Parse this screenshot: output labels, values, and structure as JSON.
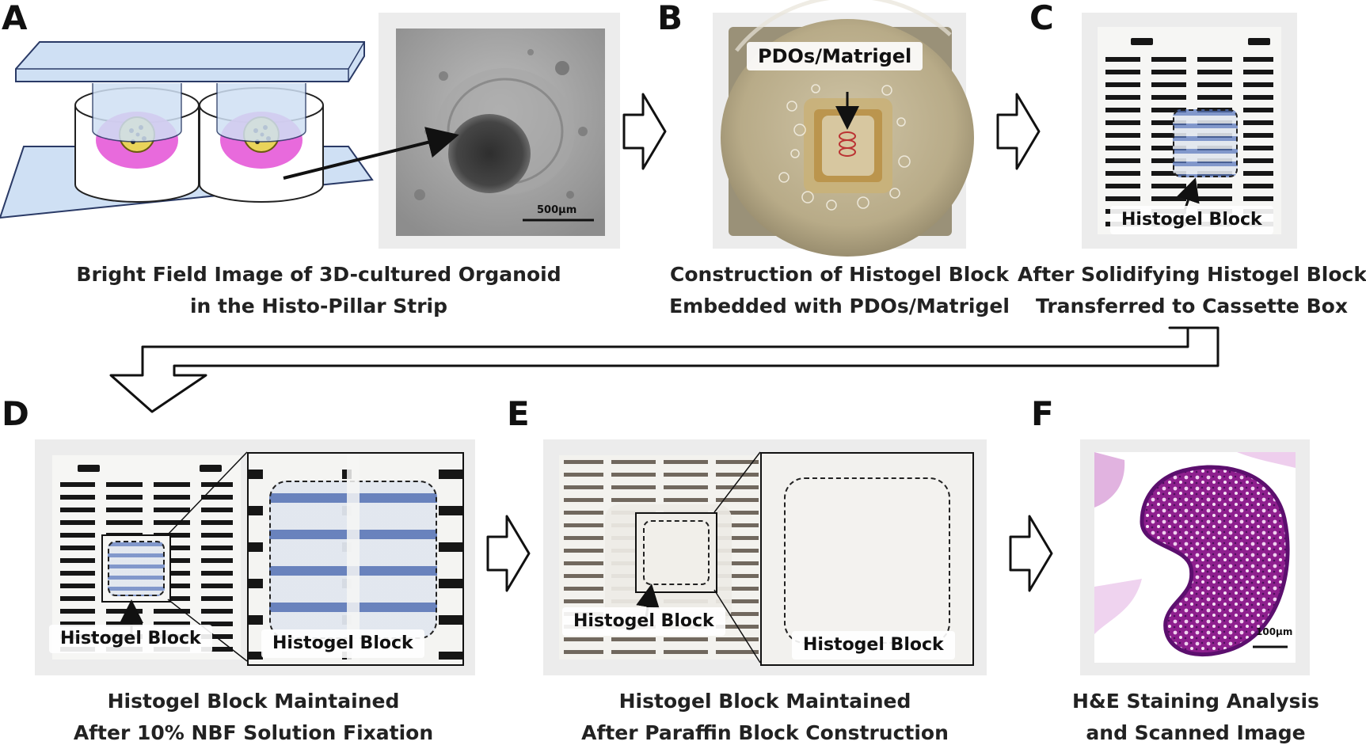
{
  "panels": {
    "a": {
      "letter": "A",
      "caption_line1": "Bright Field Image of 3D-cultured Organoid",
      "caption_line2": "in the Histo-Pillar Strip",
      "scale_bar": "500μm"
    },
    "b": {
      "letter": "B",
      "caption_line1": "Construction of Histogel Block",
      "caption_line2": "Embedded with PDOs/Matrigel",
      "label": "PDOs/Matrigel"
    },
    "c": {
      "letter": "C",
      "caption_line1": "After Solidifying Histogel Block,",
      "caption_line2": "Transferred to Cassette Box",
      "label": "Histogel Block"
    },
    "d": {
      "letter": "D",
      "caption_line1": "Histogel Block Maintained",
      "caption_line2": "After 10% NBF Solution Fixation",
      "label_left": "Histogel Block",
      "label_right": "Histogel Block"
    },
    "e": {
      "letter": "E",
      "caption_line1": "Histogel Block Maintained",
      "caption_line2": "After Paraffin Block Construction",
      "label_left": "Histogel Block",
      "label_right": "Histogel Block"
    },
    "f": {
      "letter": "F",
      "caption_line1": "H&E Staining Analysis",
      "caption_line2": "and Scanned Image",
      "scale_bar": "100μm"
    }
  },
  "colors": {
    "plate": "#cfe0f4",
    "plate_edge": "#2a3a66",
    "gel": "#e65ad8",
    "organoid": "#e9d35a",
    "he_stain": "#8e1f8e",
    "arrow_fill": "#ffffff"
  }
}
